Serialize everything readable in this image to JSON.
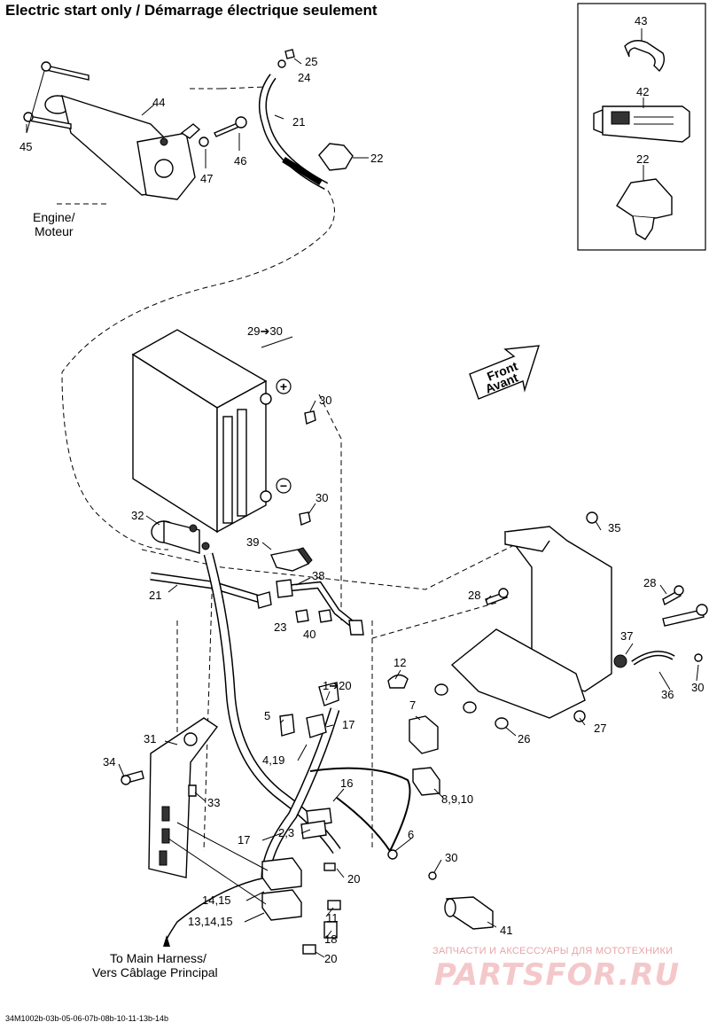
{
  "title": "Electric start only / Démarrage électrique seulement",
  "labels": {
    "engine": [
      "Engine/",
      "Moteur"
    ],
    "front": [
      "Front",
      "Avant"
    ],
    "main_harness": [
      "To Main Harness/",
      "Vers Câblage Principal"
    ]
  },
  "callouts": {
    "c25": "25",
    "c24": "24",
    "c21a": "21",
    "c22a": "22",
    "c44": "44",
    "c45": "45",
    "c46": "46",
    "c47": "47",
    "c43": "43",
    "c42": "42",
    "c22b": "22",
    "c29": "29➔30",
    "c30a": "30",
    "c30b": "30",
    "c32": "32",
    "c39": "39",
    "c21b": "21",
    "c38": "38",
    "c23": "23",
    "c40": "40",
    "c35": "35",
    "c28a": "28",
    "c28b": "28",
    "c37": "37",
    "c36": "36",
    "c30c": "30",
    "c12": "12",
    "c7": "7",
    "c27": "27",
    "c26": "26",
    "c120": "1➔20",
    "c5": "5",
    "c17a": "17",
    "c419": "4,19",
    "c31": "31",
    "c34": "34",
    "c33": "33",
    "c16": "16",
    "c8910": "8,9,10",
    "c23b": "2,3",
    "c17b": "17",
    "c6": "6",
    "c30d": "30",
    "c20a": "20",
    "c1415": "14,15",
    "c11": "11",
    "c131415": "13,14,15",
    "c18": "18",
    "c41": "41",
    "c20b": "20"
  },
  "polarity": {
    "positive": "+",
    "negative": "−"
  },
  "footer_code": "34M1002b-03b-05-06-07b-08b-10-11-13b-14b",
  "watermark": {
    "tagline": "ЗАПЧАСТИ И АКСЕССУАРЫ ДЛЯ МОТОТЕХНИКИ",
    "logo": "PARTSFOR.RU"
  },
  "colors": {
    "line": "#000000",
    "watermark": "#f4c8ca"
  }
}
